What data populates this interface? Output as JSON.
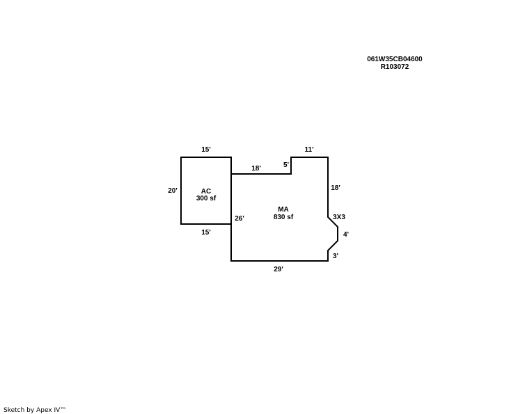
{
  "parcel": {
    "map_id": "061W35CB04600",
    "account": "R103072"
  },
  "areas": {
    "ac": {
      "code": "AC",
      "size": "300 sf"
    },
    "ma": {
      "code": "MA",
      "size": "830 sf"
    }
  },
  "dimensions": {
    "ac_top": "15'",
    "ac_left": "20'",
    "ac_bottom": "15'",
    "ma_top_left": "18'",
    "ma_step": "5'",
    "ma_top_right": "11'",
    "ma_right": "18'",
    "ma_bay_diag": "3X3",
    "ma_bay": "4'",
    "ma_bay_bottom": "3'",
    "ma_bottom": "29'",
    "ma_left": "26'"
  },
  "footer": {
    "credit": "Sketch by Apex IV™"
  },
  "colors": {
    "line": "#000000",
    "background": "#ffffff"
  }
}
